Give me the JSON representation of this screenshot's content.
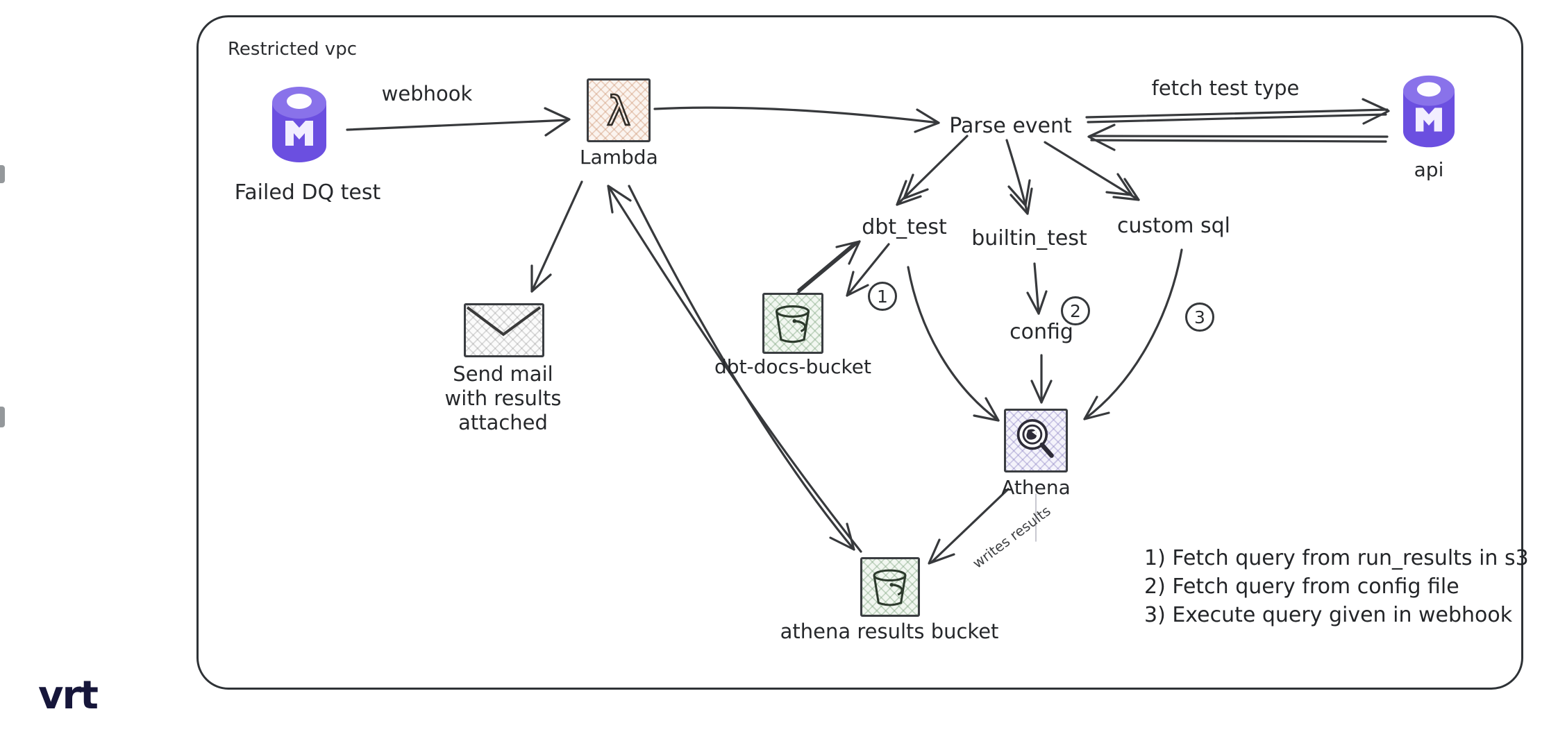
{
  "vpc": {
    "label": "Restricted vpc"
  },
  "nodes": {
    "failed_dq": {
      "label": "Failed DQ test",
      "icon": "mage-cylinder"
    },
    "lambda": {
      "label": "Lambda",
      "icon": "aws-lambda"
    },
    "parse_event": {
      "label": "Parse event"
    },
    "api": {
      "label": "api",
      "icon": "mage-cylinder"
    },
    "dbt_test": {
      "label": "dbt_test"
    },
    "builtin_test": {
      "label": "builtin_test"
    },
    "custom_sql": {
      "label": "custom sql"
    },
    "config": {
      "label": "config"
    },
    "dbt_docs_bucket": {
      "label": "dbt-docs-bucket",
      "icon": "s3-bucket"
    },
    "athena": {
      "label": "Athena",
      "icon": "athena-magnifier"
    },
    "athena_results_bucket": {
      "label": "athena results bucket",
      "icon": "s3-bucket"
    },
    "send_mail": {
      "lines": [
        "Send mail",
        "with results",
        "attached"
      ],
      "icon": "envelope"
    }
  },
  "edges": {
    "webhook": {
      "label": "webhook"
    },
    "fetch_test_type": {
      "label": "fetch test type"
    },
    "writes_results": {
      "label": "writes results"
    }
  },
  "badges": [
    "1",
    "2",
    "3"
  ],
  "legend": {
    "items": [
      "1) Fetch query from run_results in s3",
      "2) Fetch query from config file",
      "3) Execute query given in webhook"
    ]
  },
  "brand": {
    "logo_text": "vrt",
    "color": "#16163a"
  },
  "colors": {
    "stroke": "#37393c",
    "mage_body": "#6b4fe0",
    "mage_top": "#8972ea",
    "lambda_hatch": "#fbf4ef",
    "bucket_hatch": "#f2f7f1",
    "athena_hatch": "#f4f3fb"
  }
}
